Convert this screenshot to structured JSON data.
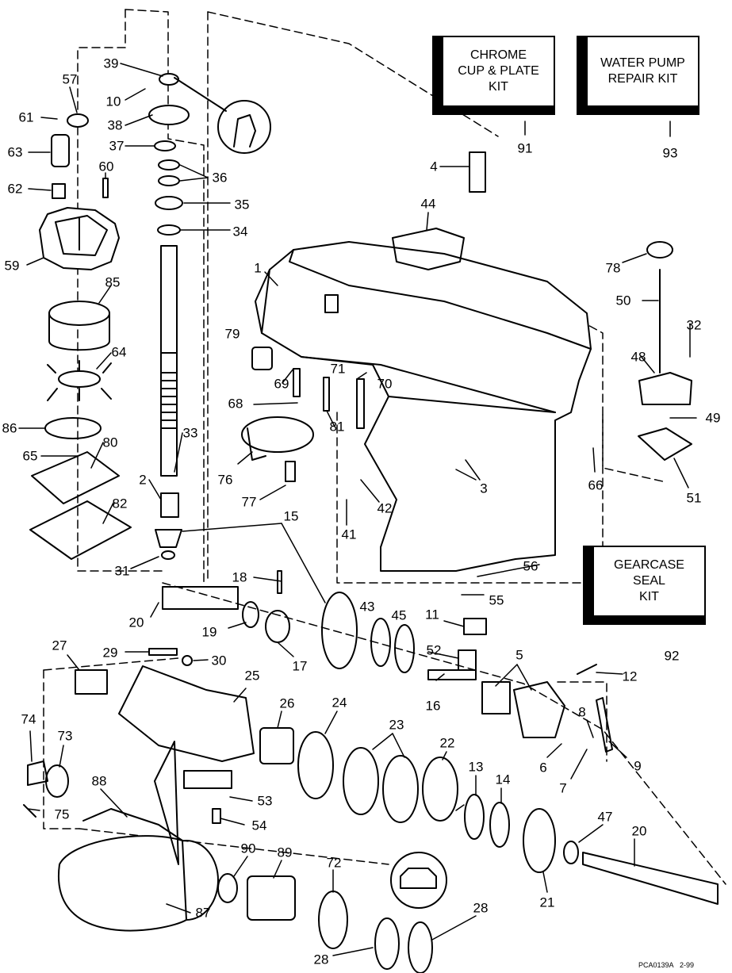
{
  "kits": {
    "chrome": {
      "lines": [
        "CHROME",
        "CUP & PLATE",
        "KIT"
      ],
      "number": "91"
    },
    "waterpump": {
      "lines": [
        "WATER PUMP",
        "REPAIR KIT"
      ],
      "number": "93"
    },
    "gearcase": {
      "lines": [
        "GEARCASE",
        "SEAL",
        "KIT"
      ],
      "number": "92"
    }
  },
  "callouts": [
    "1",
    "2",
    "3",
    "4",
    "5",
    "6",
    "7",
    "8",
    "9",
    "10",
    "11",
    "12",
    "13",
    "14",
    "15",
    "16",
    "17",
    "18",
    "19",
    "20",
    "20",
    "21",
    "22",
    "23",
    "24",
    "25",
    "26",
    "27",
    "28",
    "28",
    "29",
    "30",
    "31",
    "32",
    "33",
    "34",
    "35",
    "36",
    "37",
    "38",
    "39",
    "41",
    "42",
    "43",
    "44",
    "45",
    "47",
    "48",
    "49",
    "50",
    "51",
    "52",
    "53",
    "54",
    "55",
    "56",
    "57",
    "59",
    "60",
    "61",
    "62",
    "63",
    "64",
    "65",
    "66",
    "68",
    "69",
    "70",
    "71",
    "72",
    "73",
    "74",
    "75",
    "76",
    "77",
    "78",
    "79",
    "80",
    "81",
    "82",
    "85",
    "86",
    "87",
    "88",
    "89",
    "90"
  ],
  "footer": {
    "code": "PCA0139A",
    "date": "2-99"
  }
}
